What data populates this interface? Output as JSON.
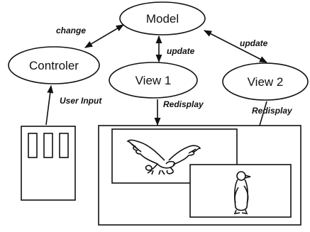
{
  "nodes": {
    "model": "Model",
    "controller": "Controler",
    "view1": "View 1",
    "view2": "View 2"
  },
  "edges": {
    "change": "change",
    "update_view1": "update",
    "update_view2": "update",
    "user_input": "User Input",
    "redisplay_view1": "Redisplay",
    "redisplay_view2": "Redisplay"
  },
  "icons": {
    "device": "input-device-icon",
    "eagle": "eagle-icon",
    "penguin": "penguin-icon"
  }
}
